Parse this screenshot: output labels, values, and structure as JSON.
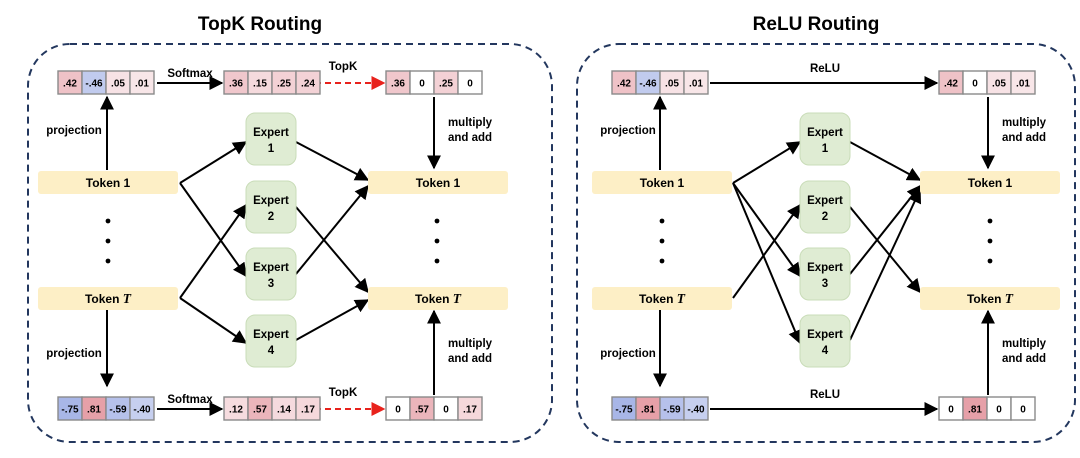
{
  "colors": {
    "token_fill": "#fdefc6",
    "expert_fill": "#dfecd3",
    "expert_stroke": "#c9dcb8",
    "panel_border": "#23375e",
    "topk_arrow": "#e8221c"
  },
  "panels": [
    {
      "id": "topk",
      "title": "TopK Routing",
      "labels": {
        "projection": "projection",
        "op1": "Softmax",
        "op2": "TopK",
        "multiply": [
          "multiply",
          "and add"
        ]
      },
      "tokens_left": [
        "Token 1",
        "Token T"
      ],
      "tokens_right": [
        "Token 1",
        "Token T"
      ],
      "experts": [
        [
          "Expert",
          "1"
        ],
        [
          "Expert",
          "2"
        ],
        [
          "Expert",
          "3"
        ],
        [
          "Expert",
          "4"
        ]
      ],
      "vectors": {
        "top_logits": [
          ".42",
          "-.46",
          ".05",
          ".01"
        ],
        "top_softmax": [
          ".36",
          ".15",
          ".25",
          ".24"
        ],
        "top_gate": [
          ".36",
          "0",
          ".25",
          "0"
        ],
        "bottom_logits": [
          "-.75",
          ".81",
          "-.59",
          "-.40"
        ],
        "bottom_softmax": [
          ".12",
          ".57",
          ".14",
          ".17"
        ],
        "bottom_gate": [
          "0",
          ".57",
          "0",
          ".17"
        ]
      }
    },
    {
      "id": "relu",
      "title": "ReLU Routing",
      "labels": {
        "projection": "projection",
        "op1": "ReLU",
        "multiply": [
          "multiply",
          "and add"
        ]
      },
      "tokens_left": [
        "Token 1",
        "Token T"
      ],
      "tokens_right": [
        "Token 1",
        "Token T"
      ],
      "experts": [
        [
          "Expert",
          "1"
        ],
        [
          "Expert",
          "2"
        ],
        [
          "Expert",
          "3"
        ],
        [
          "Expert",
          "4"
        ]
      ],
      "vectors": {
        "top_logits": [
          ".42",
          "-.46",
          ".05",
          ".01"
        ],
        "top_gate": [
          ".42",
          "0",
          ".05",
          ".01"
        ],
        "bottom_logits": [
          "-.75",
          ".81",
          "-.59",
          "-.40"
        ],
        "bottom_gate": [
          "0",
          ".81",
          "0",
          "0"
        ]
      }
    }
  ]
}
